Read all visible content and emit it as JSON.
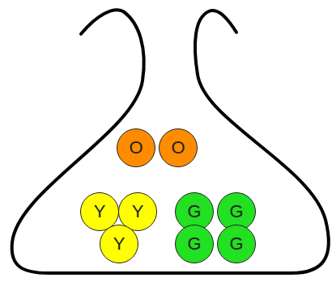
{
  "diagram": {
    "nodes": [
      {
        "text": [
          "O"
        ]
      },
      {
        "text": [
          "O"
        ]
      },
      {
        "text": [
          "Y"
        ]
      },
      {
        "text": [
          "Y"
        ]
      },
      {
        "text": [
          "G"
        ]
      },
      {
        "text": [
          "G"
        ]
      },
      {
        "text": [
          "Y"
        ]
      },
      {
        "text": [
          "G"
        ]
      },
      {
        "text": [
          "G"
        ]
      }
    ]
  }
}
